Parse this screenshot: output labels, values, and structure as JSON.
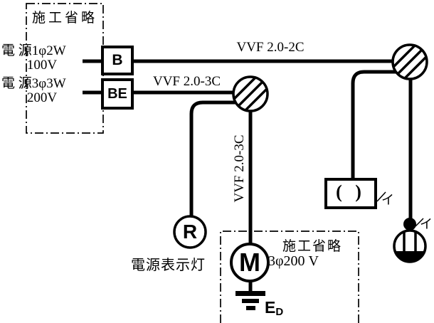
{
  "omission_top": {
    "label": "施工省略"
  },
  "sources": [
    {
      "line1": "電 源1φ2W",
      "line2": "100V",
      "breaker": "B"
    },
    {
      "line1": "電 源3φ3W",
      "line2": "200V",
      "breaker": "BE"
    }
  ],
  "cables": {
    "top": "VVF 2.0-2C",
    "branch": "VVF 2.0-3C",
    "vertical": "VVF 2.0-3C"
  },
  "indicator": {
    "symbol": "R",
    "label": "電源表示灯"
  },
  "motor": {
    "symbol": "M",
    "rating": "3φ200 V",
    "omission_label": "施工省略"
  },
  "ground": {
    "main": "E",
    "sub": "D"
  },
  "rosette": {
    "label": "( )",
    "mark": "イ"
  },
  "switch": {
    "mark": "イ"
  },
  "colors": {
    "ink": "#000000",
    "background": "#ffffff"
  }
}
